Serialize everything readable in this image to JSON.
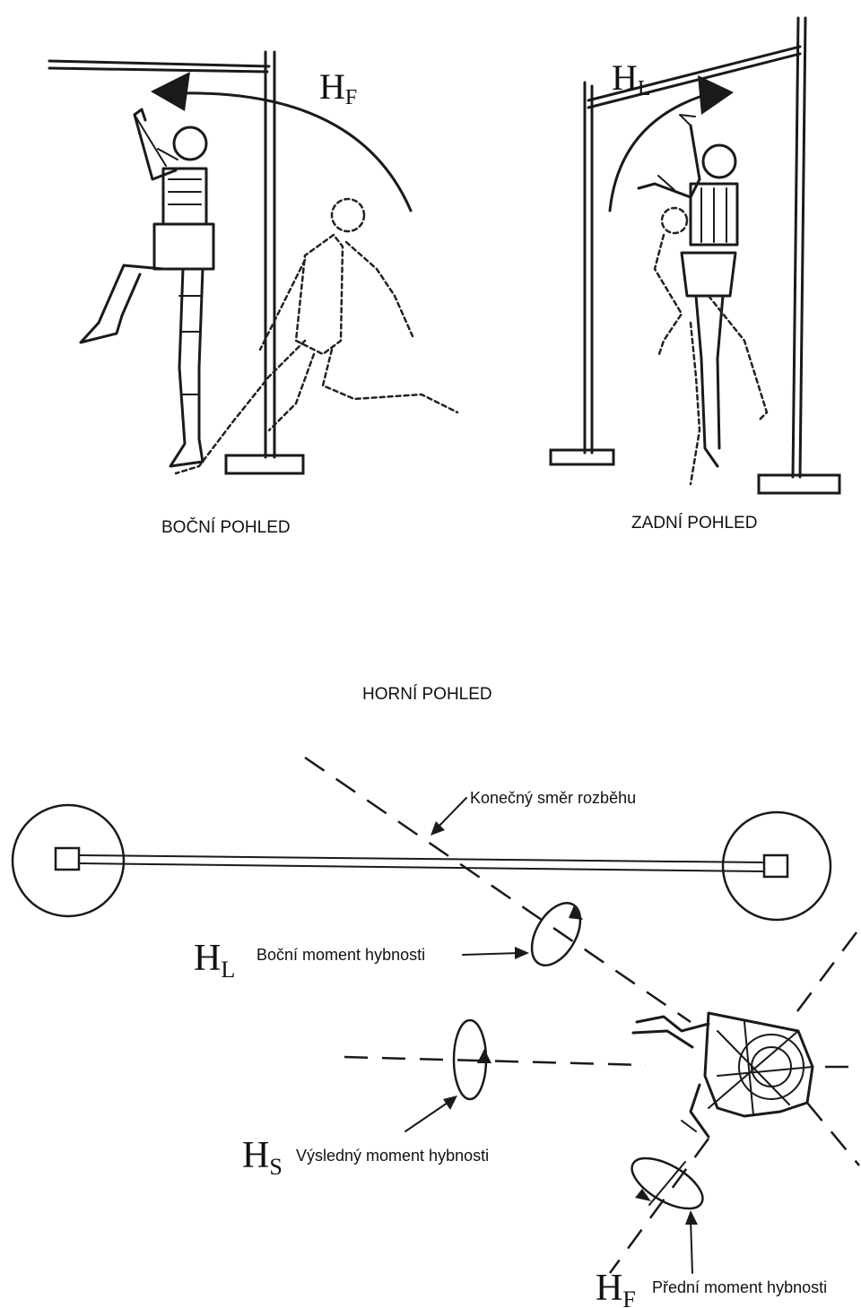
{
  "header_fragment": "",
  "views": {
    "side_view": "BOČNÍ POHLED",
    "rear_view": "ZADNÍ POHLED",
    "top_view": "HORNÍ POHLED"
  },
  "symbols": {
    "hf_main": "H",
    "hf_sub": "F",
    "hl_main": "H",
    "hl_sub": "L",
    "hs_main": "H",
    "hs_sub": "S"
  },
  "labels": {
    "final_direction": "Konečný směr rozběhu",
    "lateral_momentum": "Boční moment hybnosti",
    "resulting_momentum": "Výsledný moment hybnosti",
    "front_momentum": "Přední moment hybnosti"
  }
}
